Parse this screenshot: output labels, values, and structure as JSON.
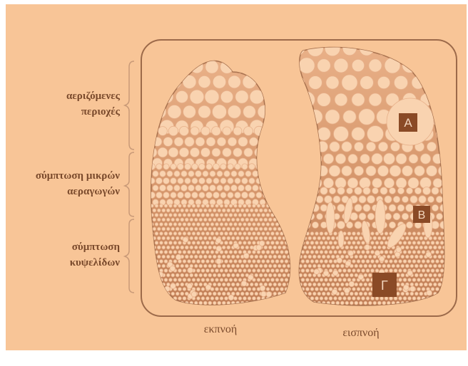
{
  "diagram": {
    "regions": [
      {
        "line1": "αεριζόμενες",
        "line2": "περιοχές"
      },
      {
        "line1": "σύμπτωση μικρών",
        "line2": "αεραγωγών"
      },
      {
        "line1": "σύμπτωση",
        "line2": "κυψελίδων"
      }
    ],
    "panels": {
      "left_caption": "εκπνοή",
      "right_caption": "εισπνοή"
    },
    "markers": [
      "A",
      "B",
      "Γ"
    ],
    "colors": {
      "background": "#f8c597",
      "outline": "#9c6a4a",
      "lung_fill": "#c9875f",
      "bubble": "#f9d3b0",
      "marker_box": "#8a4a26"
    }
  }
}
